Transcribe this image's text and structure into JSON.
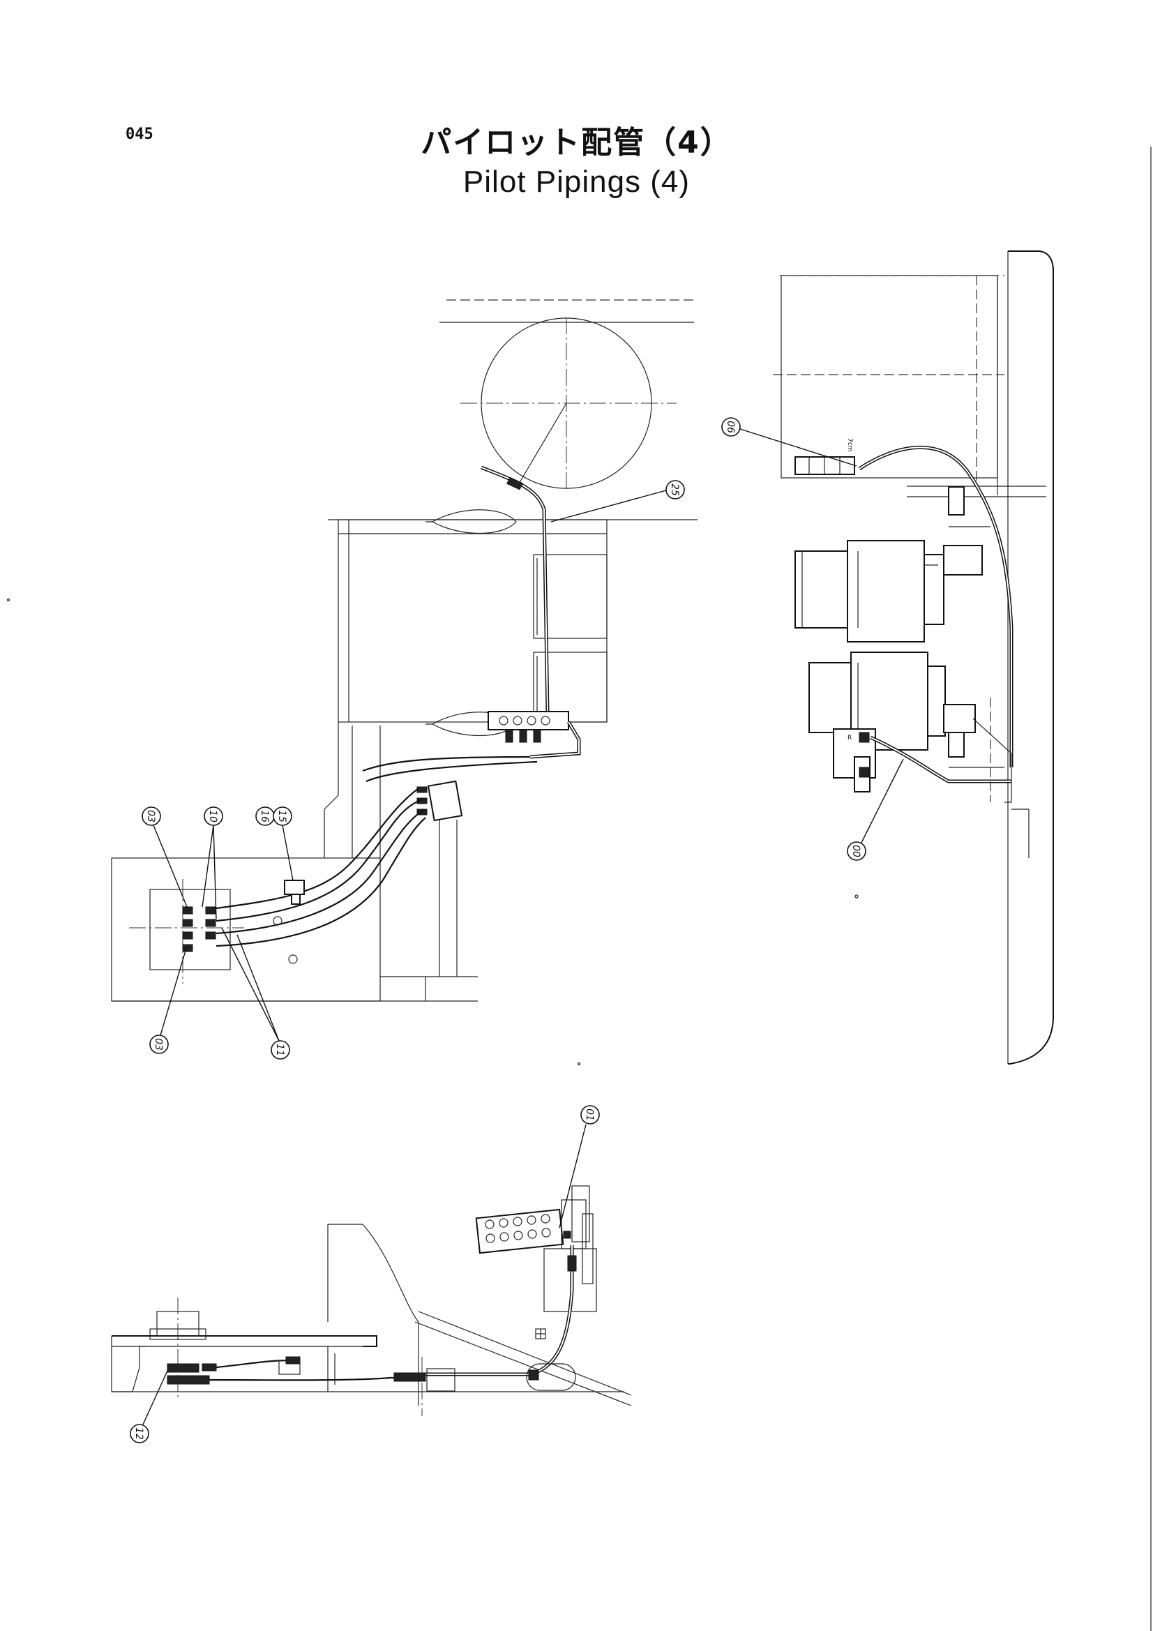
{
  "header": {
    "page_number": "045",
    "title_jp": "パイロット配管（4）",
    "title_en": "Pilot  Pipings (4)"
  },
  "callouts": {
    "c03_top": "03",
    "c10": "10",
    "c16": "16",
    "c15": "15",
    "c03_bottom": "03",
    "c11": "11",
    "c25": "25",
    "c06": "06",
    "c00": "00",
    "c01": "01",
    "c12": "12"
  }
}
